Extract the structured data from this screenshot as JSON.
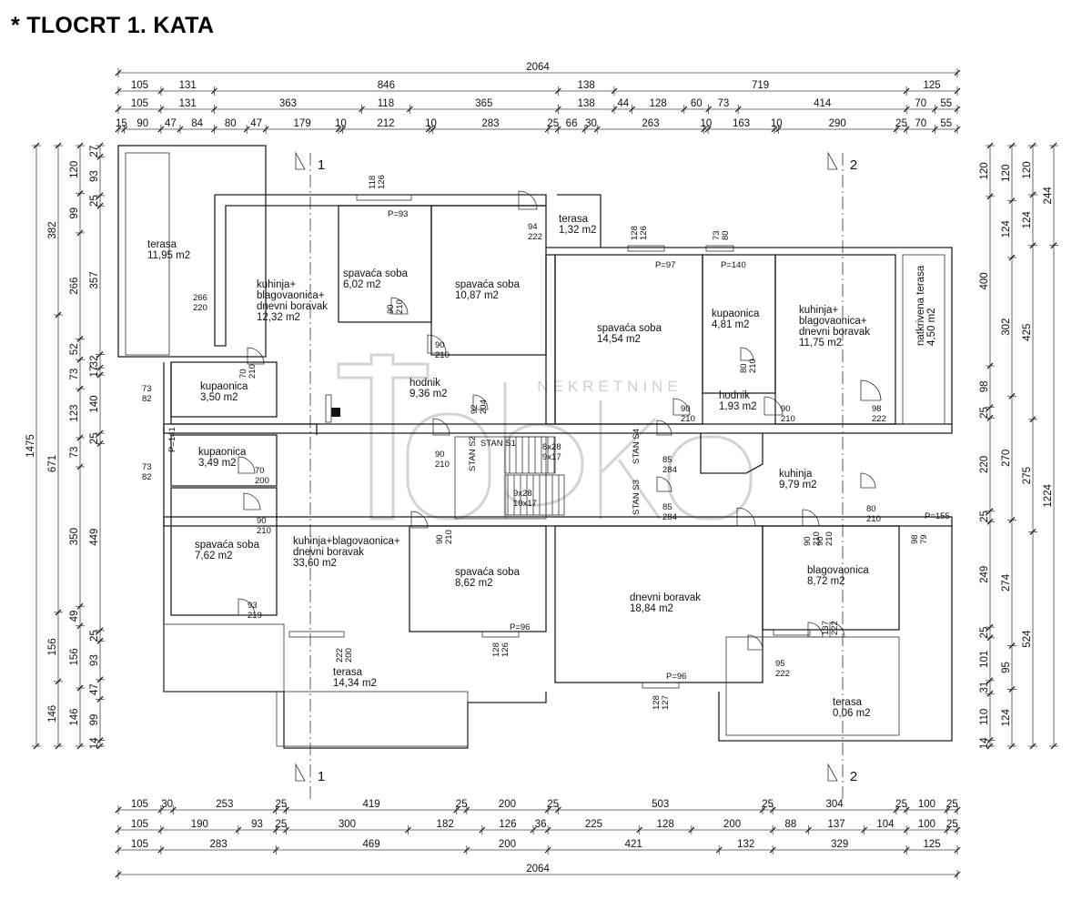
{
  "title": "* TLOCRT 1. KATA",
  "watermark": {
    "text": "NEKRETNINE"
  },
  "sections": [
    {
      "label": "1",
      "pos": "top-left"
    },
    {
      "label": "2",
      "pos": "top-right"
    },
    {
      "label": "1",
      "pos": "bottom-left"
    },
    {
      "label": "2",
      "pos": "bottom-right"
    }
  ],
  "dims": {
    "top": [
      [
        "2064"
      ],
      [
        "105",
        "131",
        "846",
        "138",
        "719",
        "125"
      ],
      [
        "105",
        "131",
        "363",
        "118",
        "365",
        "138",
        "44",
        "128",
        "60",
        "73",
        "414",
        "70",
        "55"
      ],
      [
        "15",
        "90",
        "47",
        "84",
        "80",
        "47",
        "179",
        "10",
        "212",
        "10",
        "283",
        "25",
        "66",
        "30",
        "263",
        "10",
        "163",
        "10",
        "290",
        "25",
        "70",
        "55"
      ]
    ],
    "bottom": [
      [
        "105",
        "30",
        "253",
        "25",
        "419",
        "25",
        "200",
        "25",
        "503",
        "25",
        "304",
        "25",
        "100",
        "25"
      ],
      [
        "105",
        "190",
        "93",
        "25",
        "300",
        "182",
        "126",
        "36",
        "225",
        "128",
        "200",
        "88",
        "137",
        "104",
        "100",
        "25"
      ],
      [
        "105",
        "283",
        "469",
        "200",
        "421",
        "132",
        "329",
        "125"
      ],
      [
        "2064"
      ]
    ],
    "left": [
      [
        "1475"
      ],
      [
        "382",
        "671",
        "156",
        "146"
      ],
      [
        "120",
        "99",
        "266",
        "52",
        "73",
        "123",
        "73",
        "350",
        "49",
        "156",
        "146"
      ],
      [
        "27",
        "93",
        "25",
        "357",
        "32",
        "17",
        "140",
        "25",
        "449",
        "25",
        "93",
        "47",
        "99",
        "14"
      ]
    ],
    "right": [
      [
        "120",
        "400",
        "98",
        "25",
        "220",
        "25",
        "249",
        "25",
        "101",
        "31",
        "110",
        "14"
      ],
      [
        "120",
        "124",
        "302",
        "270",
        "274",
        "95",
        "124"
      ],
      [
        "120",
        "124",
        "425",
        "275",
        "524"
      ],
      [
        "244",
        "1224"
      ]
    ]
  },
  "rooms": [
    {
      "name": "terasa",
      "area": "11,95 m2"
    },
    {
      "name": "kuhinja+\nblagovaonica+\ndnevni boravak",
      "area": "12,32 m2"
    },
    {
      "name": "spavaća soba",
      "area": "6,02 m2"
    },
    {
      "name": "spavaća soba",
      "area": "10,87 m2"
    },
    {
      "name": "terasa",
      "area": "1,32 m2"
    },
    {
      "name": "kupaonica",
      "area": "3,50 m2"
    },
    {
      "name": "hodnik",
      "area": "9,36 m2"
    },
    {
      "name": "spavaća soba",
      "area": "14,54 m2"
    },
    {
      "name": "kupaonica",
      "area": "4,81 m2"
    },
    {
      "name": "kuhinja+\nblagovaonica+\ndnevni boravak",
      "area": "11,75 m2"
    },
    {
      "name": "natkrivena terasa",
      "area": "4,50 m2"
    },
    {
      "name": "hodnik",
      "area": "1,93 m2"
    },
    {
      "name": "kupaonica",
      "area": "3,49 m2"
    },
    {
      "name": "kuhinja",
      "area": "9,79 m2"
    },
    {
      "name": "spavaća soba",
      "area": "7,62 m2"
    },
    {
      "name": "kuhinja+blagovaonica+\ndnevni boravak",
      "area": "33,60 m2"
    },
    {
      "name": "spavaća soba",
      "area": "8,62 m2"
    },
    {
      "name": "dnevni boravak",
      "area": "18,84 m2"
    },
    {
      "name": "blagovaonica",
      "area": "8,72 m2"
    },
    {
      "name": "terasa",
      "area": "14,34 m2"
    },
    {
      "name": "terasa",
      "area": "0,06 m2"
    }
  ],
  "stairs": [
    "STAN S1",
    "STAN S2",
    "STAN S3",
    "STAN S4",
    "8x28",
    "9x17",
    "9x28",
    "10x17"
  ],
  "openings": [
    [
      "118",
      "126"
    ],
    [
      "P=93"
    ],
    [
      "94",
      "222"
    ],
    [
      "128",
      "126"
    ],
    [
      "P=97"
    ],
    [
      "73",
      "80"
    ],
    [
      "P=140"
    ],
    [
      "266",
      "220"
    ],
    [
      "90",
      "210"
    ],
    [
      "90",
      "210"
    ],
    [
      "80",
      "210"
    ],
    [
      "73",
      "82"
    ],
    [
      "70",
      "210"
    ],
    [
      "92",
      "204"
    ],
    [
      "90",
      "210"
    ],
    [
      "90",
      "210"
    ],
    [
      "90",
      "210"
    ],
    [
      "98",
      "222"
    ],
    [
      "P=141"
    ],
    [
      "73",
      "82"
    ],
    [
      "70",
      "200"
    ],
    [
      "90",
      "210"
    ],
    [
      "85",
      "284"
    ],
    [
      "85",
      "284"
    ],
    [
      "80",
      "210"
    ],
    [
      "P=155"
    ],
    [
      "98",
      "79"
    ],
    [
      "90",
      "210"
    ],
    [
      "90",
      "210"
    ],
    [
      "93",
      "219"
    ],
    [
      "90",
      "210"
    ],
    [
      "P=96"
    ],
    [
      "128",
      "126"
    ],
    [
      "222",
      "200"
    ],
    [
      "137",
      "222"
    ],
    [
      "95",
      "222"
    ],
    [
      "P=96"
    ],
    [
      "128",
      "127"
    ]
  ]
}
